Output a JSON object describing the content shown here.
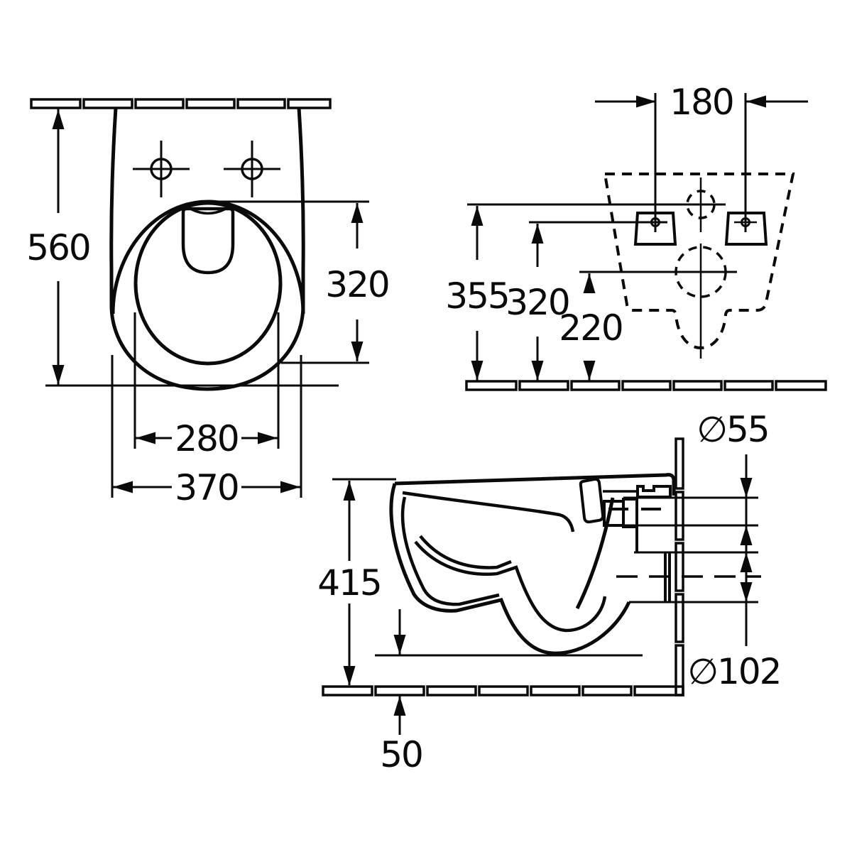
{
  "colors": {
    "background": "#ffffff",
    "line": "#0a0a0a"
  },
  "views": {
    "top": {
      "depth": "560",
      "bowl_length": "320",
      "bowl_width": "280",
      "width": "370"
    },
    "rear": {
      "hole_spacing": "180",
      "rim_height": "355",
      "hole_height": "320",
      "outlet_height": "220"
    },
    "side": {
      "height": "415",
      "bottom_clearance": "50",
      "inlet_diameter": "∅55",
      "outlet_diameter": "∅102"
    }
  }
}
